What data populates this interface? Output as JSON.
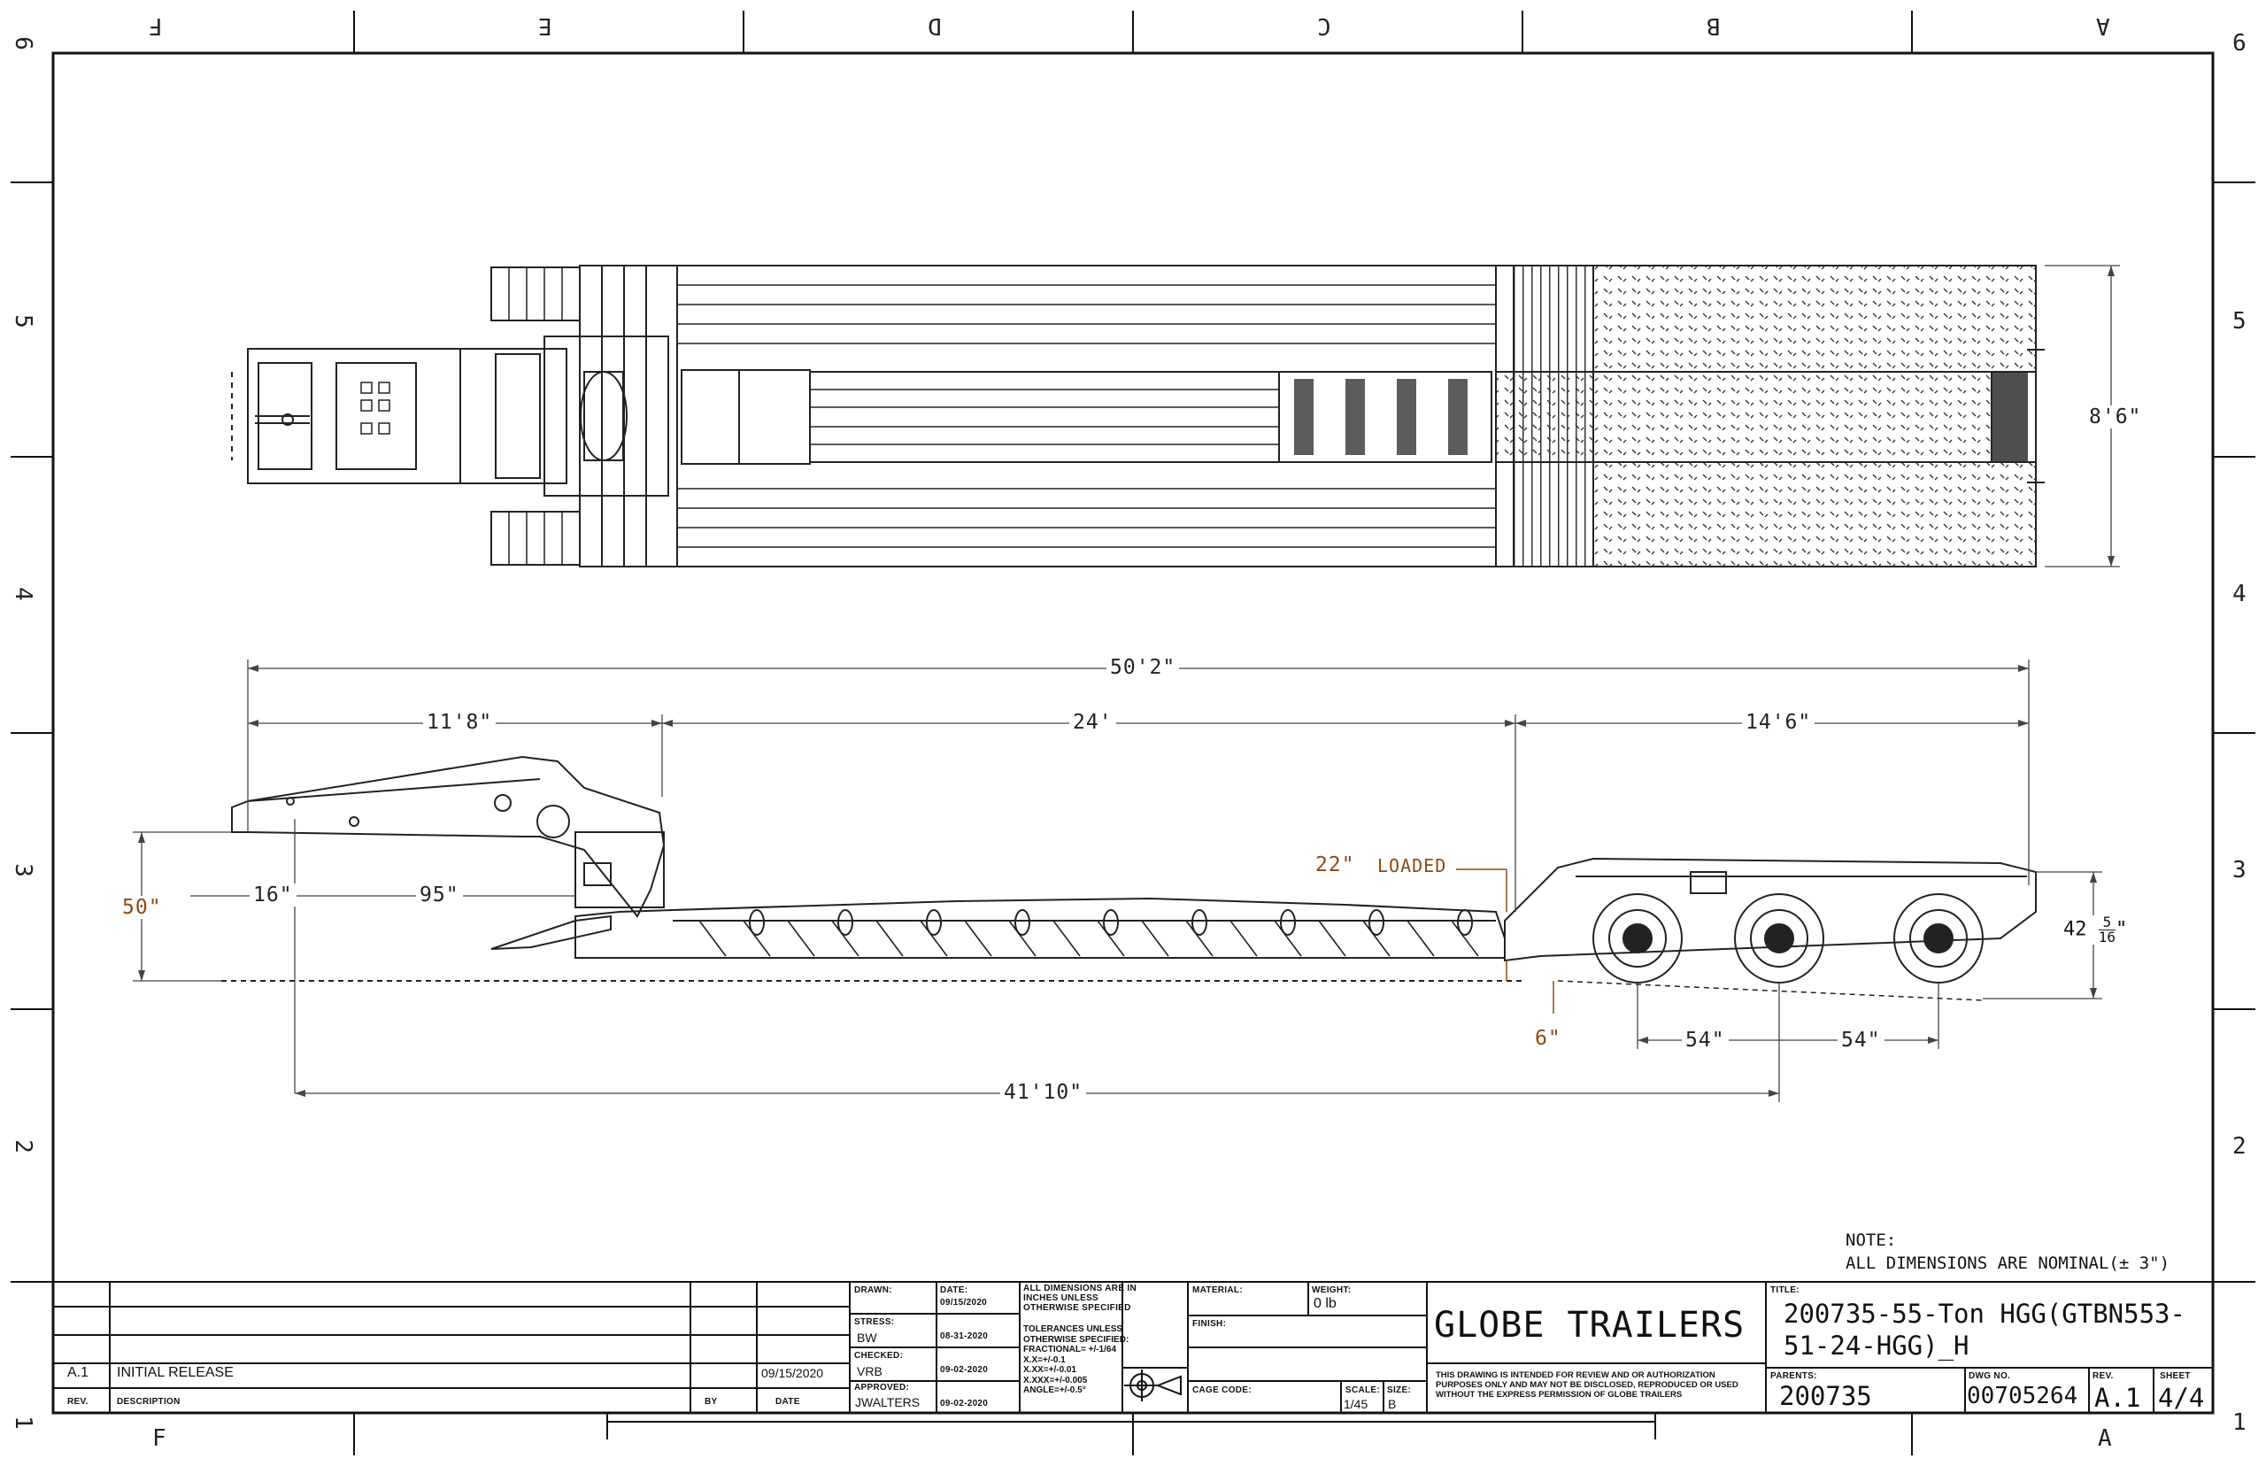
{
  "zones": {
    "columns": [
      "F",
      "E",
      "D",
      "C",
      "B",
      "A"
    ],
    "rows": [
      "6",
      "5",
      "4",
      "3",
      "2",
      "1"
    ]
  },
  "dimensions": {
    "overall_length": "50'2\"",
    "gooseneck_length": "11'8\"",
    "deck_length": "24'",
    "rear_length": "14'6\"",
    "width": "8'6\"",
    "front_offset": "16\"",
    "kingpin_to_front": "95\"",
    "fifth_wheel_height": "50\"",
    "deck_height": "22\"",
    "deck_height_note": "LOADED",
    "ground_clearance": "6\"",
    "axle_spacing_1": "54\"",
    "axle_spacing_2": "54\"",
    "kingpin_to_axle": "41'10\"",
    "rear_height_whole": "42",
    "rear_height_num": "5",
    "rear_height_den": "16",
    "rear_height_unit": "\""
  },
  "note": {
    "label": "NOTE:",
    "text": "ALL DIMENSIONS ARE NOMINAL(± 3\")"
  },
  "title_block": {
    "revisions": {
      "rev": "A.1",
      "description": "INITIAL RELEASE",
      "date": "09/15/2020",
      "rev_header": "REV.",
      "description_header": "DESCRIPTION",
      "by_header": "BY",
      "date_header": "DATE"
    },
    "drawn_label": "DRAWN:",
    "date_label": "DATE:",
    "drawn_date": "09/15/2020",
    "stress_label": "STRESS:",
    "stress_by": "BW",
    "stress_date": "08-31-2020",
    "checked_label": "CHECKED:",
    "checked_by": "VRB",
    "checked_date": "09-02-2020",
    "approved_label": "APPROVED:",
    "approved_by": "JWALTERS",
    "approved_date": "09-02-2020",
    "dims_note": "ALL DIMENSIONS ARE IN INCHES UNLESS OTHERWISE SPECIFIED",
    "tolerances": [
      "TOLERANCES UNLESS",
      "OTHERWISE SPECIFIED:",
      "FRACTIONAL= +/-1/64",
      "X.X=+/-0.1",
      "X.XX=+/-0.01",
      "X.XXX=+/-0.005",
      "ANGLE=+/-0.5°"
    ],
    "material_label": "MATERIAL:",
    "weight_label": "WEIGHT:",
    "weight": "0 lb",
    "finish_label": "FINISH:",
    "cage_code_label": "CAGE CODE:",
    "scale_label": "SCALE:",
    "scale": "1/45",
    "size_label": "SIZE:",
    "size": "B",
    "company": "GLOBE TRAILERS",
    "disclaimer": "THIS DRAWING IS INTENDED FOR REVIEW AND OR AUTHORIZATION PURPOSES ONLY AND MAY NOT BE DISCLOSED, REPRODUCED OR USED WITHOUT THE EXPRESS PERMISSION OF GLOBE TRAILERS",
    "title_label": "TITLE:",
    "title_line1": "200735-55-Ton HGG(GTBN553-",
    "title_line2": "51-24-HGG)_H",
    "parents_label": "PARENTS:",
    "parents": "200735",
    "dwg_label": "DWG NO.",
    "dwg_no": "00705264",
    "rev_label": "REV.",
    "rev": "A.1",
    "sheet_label": "SHEET",
    "sheet": "4/4"
  }
}
